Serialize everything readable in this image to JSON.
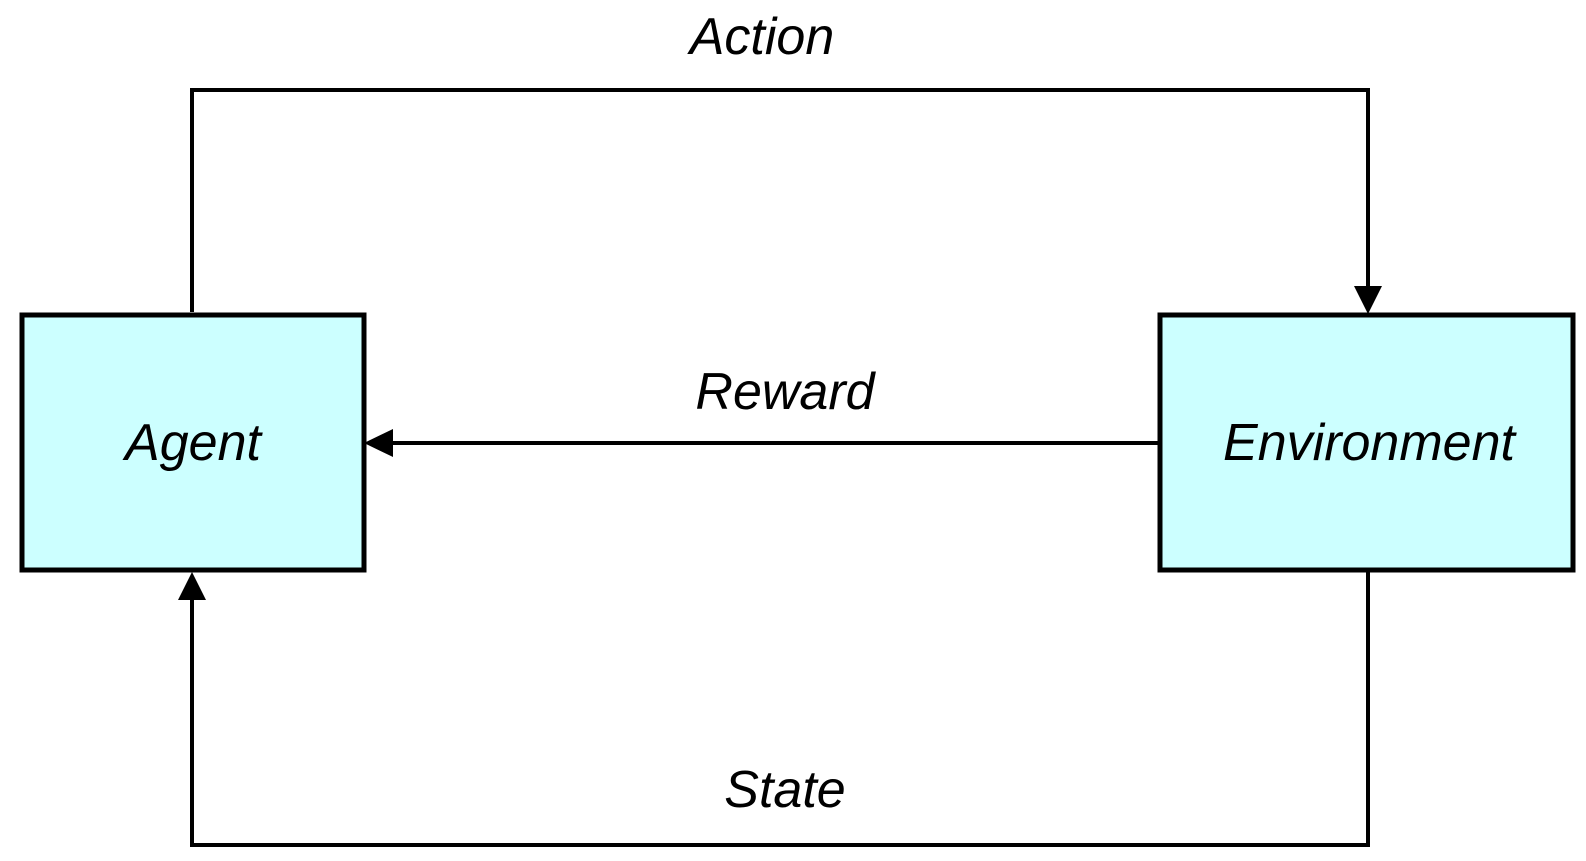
{
  "nodes": {
    "agent": {
      "label": "Agent"
    },
    "environment": {
      "label": "Environment"
    }
  },
  "edges": {
    "action": {
      "label": "Action",
      "from": "Agent",
      "to": "Environment"
    },
    "reward": {
      "label": "Reward",
      "from": "Environment",
      "to": "Agent"
    },
    "state": {
      "label": "State",
      "from": "Environment",
      "to": "Agent"
    }
  },
  "colors": {
    "box_fill": "#ccffff",
    "stroke": "#000000",
    "background": "#ffffff"
  }
}
